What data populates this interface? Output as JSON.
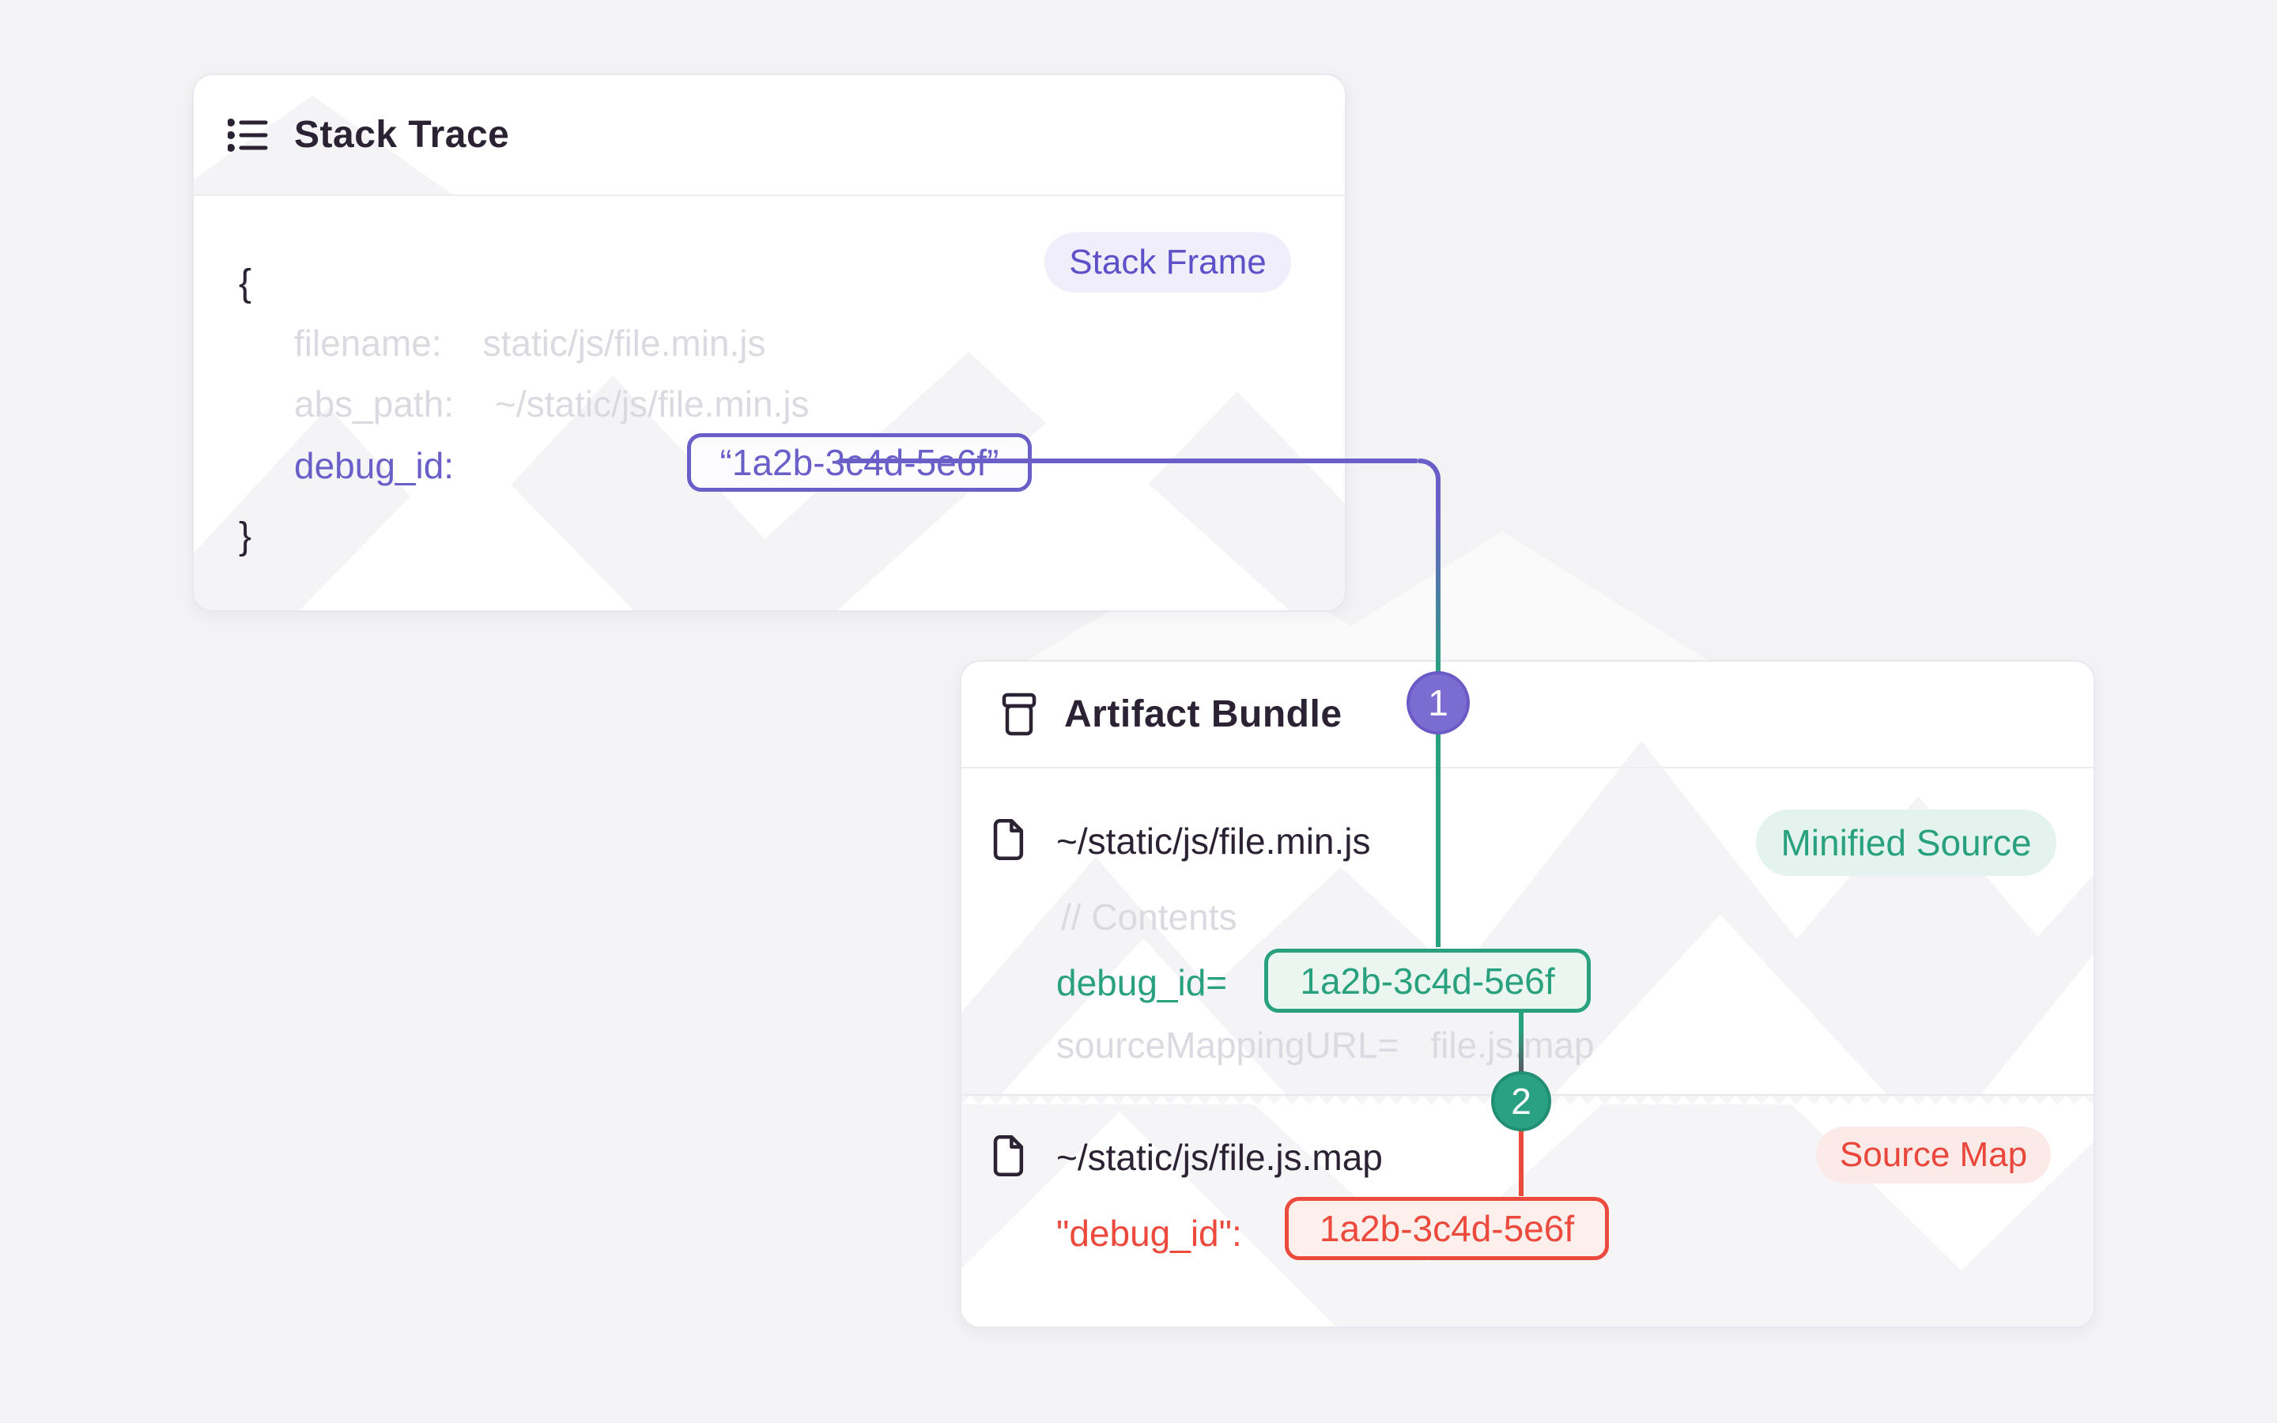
{
  "stack_card": {
    "title": "Stack Trace",
    "badge_label": "Stack Frame",
    "brace_open": "{",
    "brace_close": "}",
    "fields": [
      {
        "key": "filename:",
        "value": "static/js/file.min.js"
      },
      {
        "key": "abs_path:",
        "value": "~/static/js/file.min.js"
      }
    ],
    "debug_field": {
      "key": "debug_id:",
      "value": "“1a2b-3c4d-5e6f”"
    }
  },
  "artifact_card": {
    "title": "Artifact Bundle",
    "minified": {
      "path": "~/static/js/file.min.js",
      "badge_label": "Minified Source",
      "comment": "// Contents",
      "debug_key": "debug_id=",
      "debug_value": "1a2b-3c4d-5e6f",
      "source_mapping_key": "sourceMappingURL=",
      "source_mapping_value": "file.js.map"
    },
    "sourcemap": {
      "path": "~/static/js/file.js.map",
      "badge_label": "Source Map",
      "debug_key": "\"debug_id\":",
      "debug_value": "1a2b-3c4d-5e6f"
    }
  },
  "connectors": {
    "step_1_label": "1",
    "step_2_label": "2"
  },
  "icons": {
    "stack_header": "list-icon",
    "artifact_header": "archive-box-icon",
    "file_rows": "file-icon"
  },
  "colors": {
    "page_background": "#f3f3f5",
    "card_background": "#ffffff",
    "dark_text": "#2b2233",
    "faded_text": "#dadae0",
    "purple": "#6a5ec9",
    "purple_badge_bg": "#efeefa",
    "green": "#2aa17e",
    "green_badge_bg": "#e4f3ed",
    "red": "#ed4a3e",
    "red_badge_bg": "#fceae8",
    "step1_fill": "#7b6cd1",
    "step2_fill": "#2ba183"
  }
}
